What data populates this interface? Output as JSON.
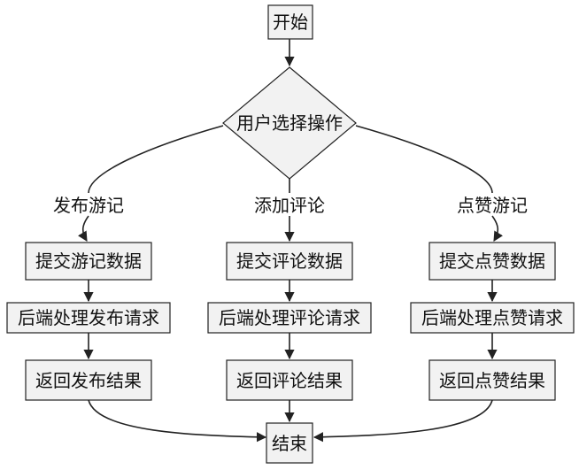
{
  "nodes": {
    "start": "开始",
    "decision": "用户选择操作",
    "submit_post": "提交游记数据",
    "process_post": "后端处理发布请求",
    "return_post": "返回发布结果",
    "submit_comment": "提交评论数据",
    "process_comment": "后端处理评论请求",
    "return_comment": "返回评论结果",
    "submit_like": "提交点赞数据",
    "process_like": "后端处理点赞请求",
    "return_like": "返回点赞结果",
    "end": "结束"
  },
  "edges": {
    "branch_post": "发布游记",
    "branch_comment": "添加评论",
    "branch_like": "点赞游记"
  },
  "colors": {
    "node_fill": "#f2f2f2",
    "stroke": "#222222",
    "text": "#111111"
  }
}
